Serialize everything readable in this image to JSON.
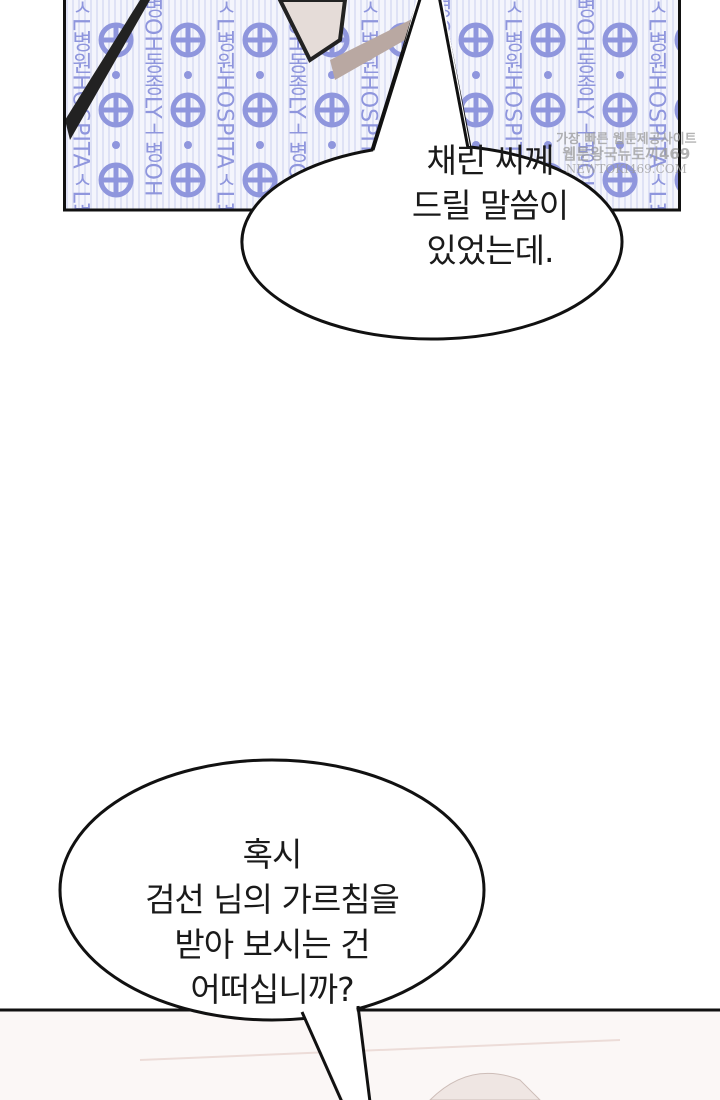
{
  "panel_pattern": {
    "column_text_a": "ㅅL병원HOSPITAㅅL병원",
    "column_text_b": "병OH동종LYㅗ병OH"
  },
  "bubbles": [
    {
      "lines": [
        "채린 씨께",
        "드릴 말씀이",
        "있었는데."
      ]
    },
    {
      "lines": [
        "혹시",
        "검선 님의 가르침을",
        "받아 보시는 건",
        "어떠십니까?"
      ]
    }
  ],
  "watermark": {
    "line1": "가장 빠른 웹툰제공사이트",
    "line2": "웹툰왕국뉴토끼469",
    "line3": "NEWTOKI469.COM"
  },
  "colors": {
    "pattern": "#8f96dd",
    "stripe": "#e6e8f7",
    "ink": "#1a1a1a"
  }
}
